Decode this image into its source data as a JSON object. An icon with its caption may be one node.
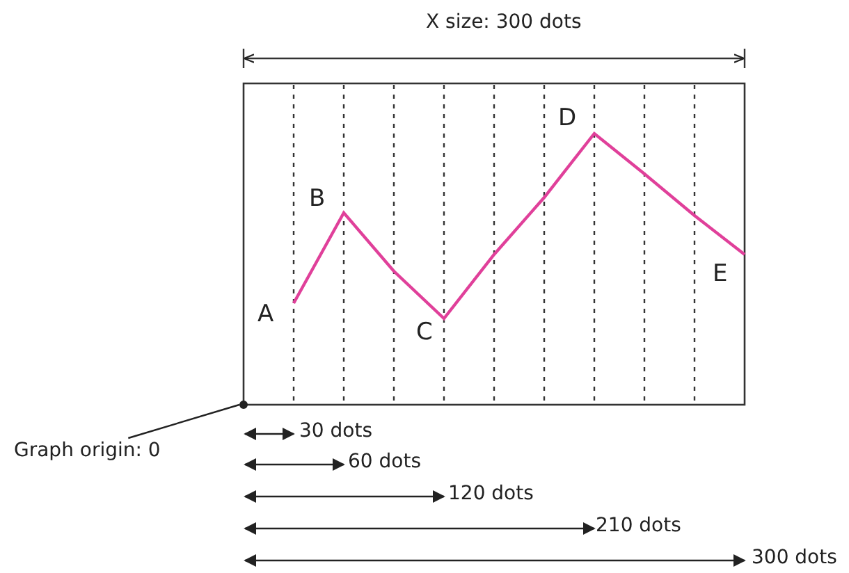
{
  "diagram": {
    "nodes": [
      {
        "text": [
          "Graph origin: 0"
        ]
      },
      {
        "text": [],
        "shape": "circle"
      }
    ],
    "edges": [
      {
        "from": 0,
        "to": 1,
        "arrow": "none"
      }
    ],
    "labels": [
      "X size: 300 dots",
      "B",
      "D",
      "A",
      "C",
      "E",
      "30 dots",
      "60 dots",
      "120 dots",
      "210 dots",
      "300 dots"
    ]
  }
}
